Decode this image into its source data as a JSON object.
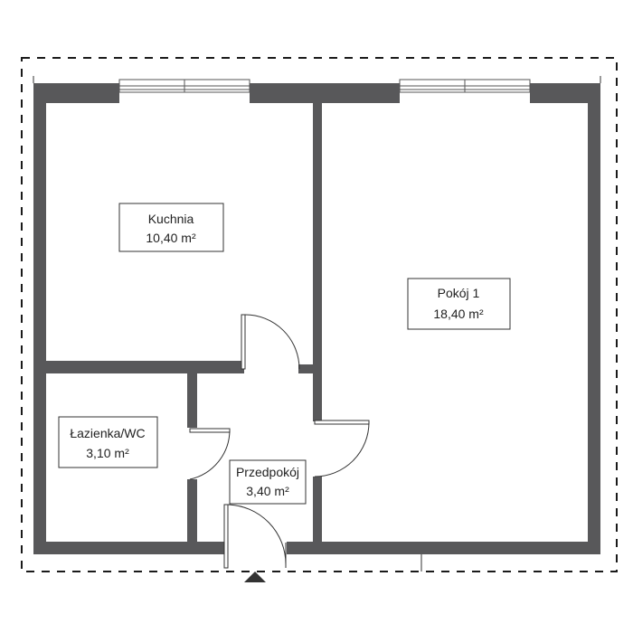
{
  "rooms": [
    {
      "name": "Kuchnia",
      "area": "10,40 m²"
    },
    {
      "name": "Pokój 1",
      "area": "18,40 m²"
    },
    {
      "name": "Łazienka/WC",
      "area": "3,10 m²"
    },
    {
      "name": "Przedpokój",
      "area": "3,40 m²"
    }
  ],
  "colors": {
    "wall": "#58585a",
    "line": "#333333",
    "background": "#ffffff"
  },
  "icons": {
    "entrance": "entrance-arrow-icon"
  }
}
